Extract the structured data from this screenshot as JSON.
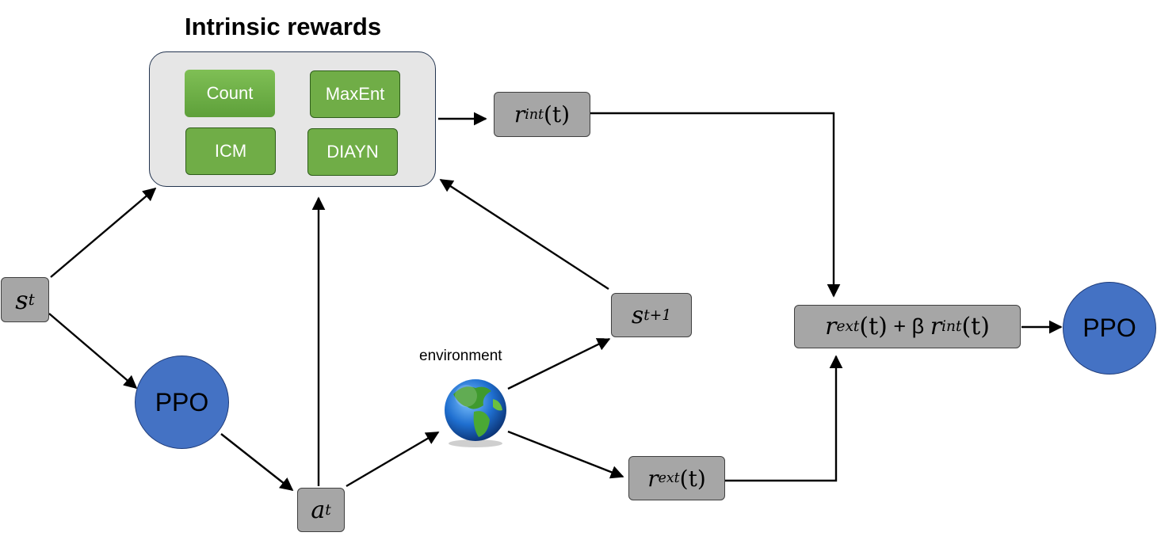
{
  "title": "Intrinsic rewards",
  "methods": {
    "count": "Count",
    "maxent": "MaxEnt",
    "icm": "ICM",
    "diayn": "DIAYN"
  },
  "nodes": {
    "s_t": {
      "base": "s",
      "sub": "t"
    },
    "s_t1": {
      "base": "s",
      "sub": "t+1"
    },
    "a_t": {
      "base": "a",
      "sub": "t"
    },
    "r_int": {
      "base": "r",
      "sub": "int",
      "arg": "(t)"
    },
    "r_ext": {
      "base": "r",
      "sub": "ext",
      "arg": "(t)"
    },
    "combined": {
      "ext_base": "r",
      "ext_sub": "ext",
      "ext_arg": "(t)",
      "op": " + β ",
      "int_base": "r",
      "int_sub": "int",
      "int_arg": "(t)"
    },
    "ppo_policy": "PPO",
    "ppo_update": "PPO",
    "environment": "environment"
  },
  "colors": {
    "green": "#70ad47",
    "ppo_blue": "#4472c4",
    "gray_box": "#a6a6a6",
    "panel": "#e6e6e6"
  },
  "icons": {
    "environment": "globe-icon"
  }
}
